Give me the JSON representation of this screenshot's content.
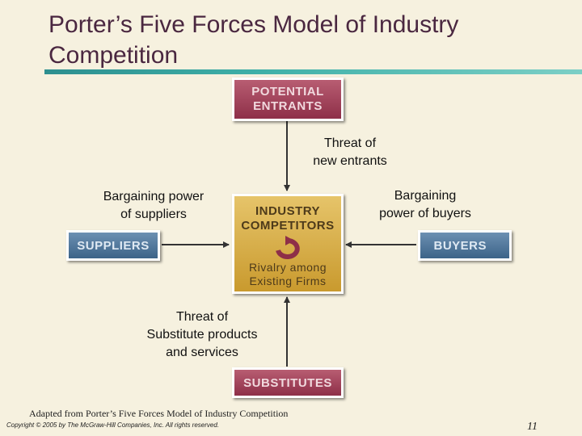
{
  "slide": {
    "title_line1": "Porter’s Five Forces Model of Industry",
    "title_line2": "Competition",
    "page_number": "11"
  },
  "boxes": {
    "potential_entrants_line1": "POTENTIAL",
    "potential_entrants_line2": "ENTRANTS",
    "industry_line1": "INDUSTRY",
    "industry_line2": "COMPETITORS",
    "rivalry_line1": "Rivalry among",
    "rivalry_line2": "Existing Firms",
    "suppliers": "SUPPLIERS",
    "buyers": "BUYERS",
    "substitutes": "SUBSTITUTES"
  },
  "labels": {
    "threat_new_line1": "Threat of",
    "threat_new_line2": "new entrants",
    "supplier_power_line1": "Bargaining power",
    "supplier_power_line2": "of suppliers",
    "buyer_power_line1": "Bargaining",
    "buyer_power_line2": "power of buyers",
    "threat_sub_line1": "Threat of",
    "threat_sub_line2": "Substitute products",
    "threat_sub_line3": "and services"
  },
  "footer": {
    "source": "Adapted from Porter’s Five Forces Model of Industry Competition",
    "copyright": "Copyright © 2005 by The McGraw-Hill Companies, Inc.  All rights reserved."
  },
  "colors": {
    "title": "#4a2740",
    "accent_rule": "#2d8f8f",
    "red_box": "#8e2f48",
    "blue_box": "#3c6388",
    "gold_box": "#c99a2e",
    "rivalry_arrow": "#8e2f48"
  }
}
